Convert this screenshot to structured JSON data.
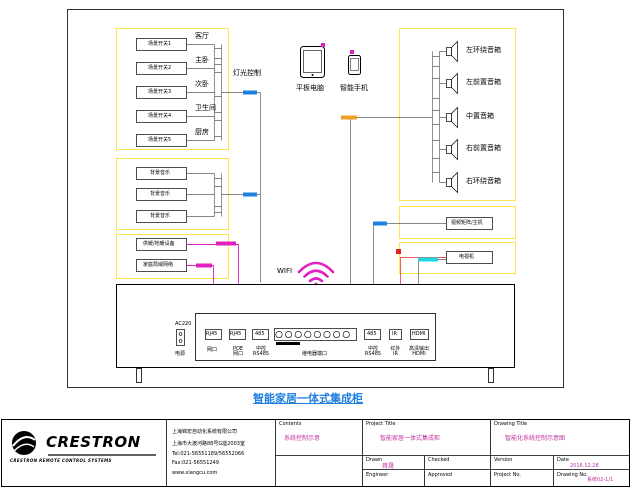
{
  "diagram": {
    "lighting_panel": {
      "switches": [
        "场景开关1",
        "场景开关2",
        "场景开关3",
        "场景开关4",
        "场景开关5"
      ],
      "rooms": [
        "客厅",
        "主卧",
        "次卧",
        "卫生间",
        "厨房"
      ],
      "label": "灯光控制"
    },
    "background_music_panel": {
      "items": [
        "背景音乐",
        "背景音乐",
        "背景音乐"
      ]
    },
    "security_panel": {
      "items": [
        "供暖/地暖设备",
        "家庭局域网络"
      ]
    },
    "mobile_devices": {
      "tablet": "平板电脑",
      "phone": "智能手机"
    },
    "speaker_panel": {
      "speakers": [
        "左环绕音箱",
        "左前置音箱",
        "中置音箱",
        "右前置音箱",
        "右环绕音箱"
      ]
    },
    "av_panel": {
      "matrix": "视频矩阵/主机",
      "projector": "电视机"
    },
    "wifi_label": "WIFI",
    "cabinet": {
      "power": {
        "code": "AC220",
        "label": "电源"
      },
      "ports": [
        {
          "code": "RJ45",
          "label": "网口"
        },
        {
          "code": "RJ45",
          "label": "POE 网口"
        },
        {
          "code": "485",
          "label": "中控 RS485"
        },
        {
          "code": "485",
          "label": "中控 RS485"
        },
        {
          "code": "IR",
          "label": "红外 IR"
        },
        {
          "code": "HDMI",
          "label": "高清输出 HDMI"
        }
      ],
      "relay_label": "继电器端口",
      "relay_count": 8
    },
    "caption": "智能家居一体式集成柜"
  },
  "title_block": {
    "company_name_cn": "上海锦宏自动化系统有限公司",
    "address": "上海市大渡河路88号G座2003室",
    "tel": "Tel:021-56551189/56552066",
    "fax": "Fax:021-56551249",
    "web": "www.xiangcu.com",
    "logo_text": "CRESTRON",
    "logo_sub": "CRESTRON REMOTE CONTROL SYSTEMS",
    "headers": {
      "contents": "Contents",
      "project_title": "Project Title",
      "drawing_title": "Drawing Title",
      "drawn": "Drawn",
      "checked": "Checked",
      "version": "Version",
      "date": "Date",
      "engineer": "Engineer",
      "approved": "Approved",
      "project_no": "Project No.",
      "drawing_no": "Drawing No."
    },
    "values": {
      "contents": "系统控制示意",
      "project_title": "智能家居一体式集成柜",
      "drawing_title": "智能化系统控制示意图",
      "drawn": "蒋晟",
      "date": "2016.12.28",
      "drawing_no": "系统02-1/1"
    }
  },
  "colors": {
    "panel_border": "#ffe44d",
    "orange": "#f0a020",
    "blue": "#2080e0",
    "magenta": "#e020c0",
    "cyan": "#20d8e0",
    "red": "#e02020",
    "line": "#606060",
    "caption": "#2080e0"
  }
}
